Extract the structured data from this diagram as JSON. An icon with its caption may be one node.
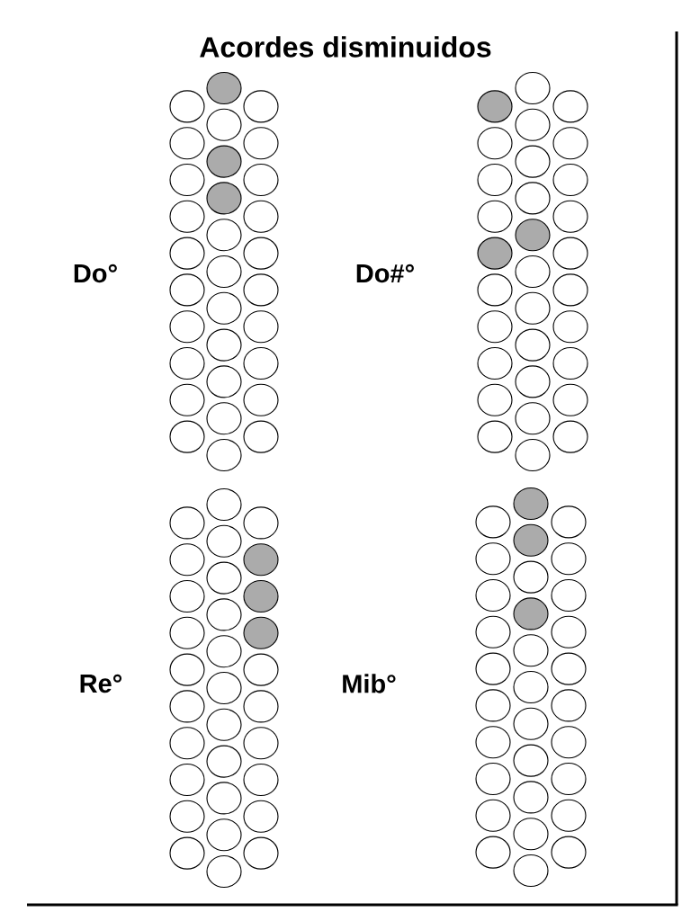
{
  "diagram": {
    "title": "Acordes disminuidos",
    "labels": [
      "Do°",
      "Do#°",
      "Re°",
      "Mib°"
    ]
  }
}
